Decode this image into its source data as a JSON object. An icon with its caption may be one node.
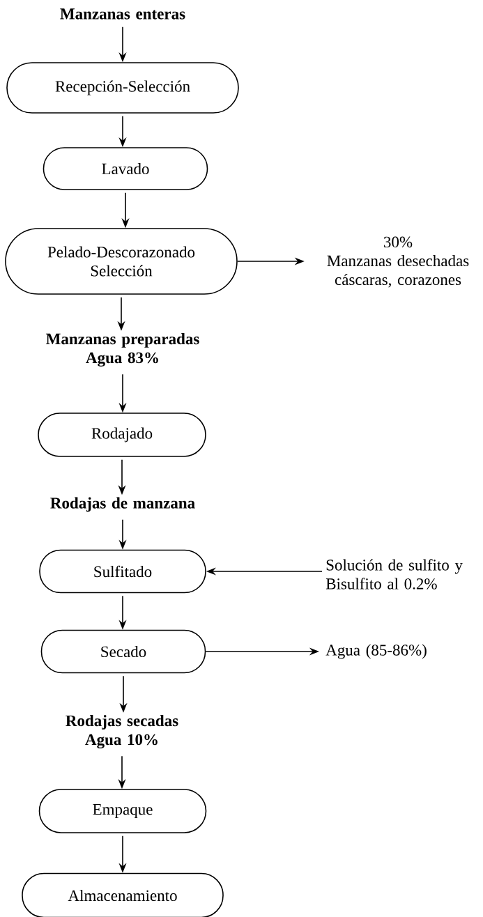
{
  "diagram": {
    "nodes": [
      {
        "text": [
          "Manzanas enteras"
        ]
      },
      {
        "text": [
          "Recepción-Selección"
        ]
      },
      {
        "text": [
          "Lavado"
        ]
      },
      {
        "text": [
          "Pelado-Descorazonado Selección"
        ]
      },
      {
        "text": [
          "30%",
          "Manzanas desechadas cáscaras, corazones"
        ]
      },
      {
        "text": [
          "Manzanas preparadas Agua 83%"
        ]
      },
      {
        "text": [
          "Rodajado"
        ]
      },
      {
        "text": [
          "Rodajas de manzana"
        ]
      },
      {
        "text": [
          "Sulfitado"
        ]
      },
      {
        "text": [
          "Solución de sulfito y Bisulfito al 0.2%"
        ]
      },
      {
        "text": [
          "Secado"
        ]
      },
      {
        "text": [
          "Agua (85-86%)"
        ]
      },
      {
        "text": [
          "Rodajas secadas Agua 10%"
        ]
      },
      {
        "text": [
          "Empaque"
        ]
      },
      {
        "text": [
          "Almacenamiento"
        ]
      }
    ],
    "edges": [
      {
        "from": 0,
        "to": 1,
        "arrow": "to"
      },
      {
        "from": 1,
        "to": 2,
        "arrow": "to"
      },
      {
        "from": 2,
        "to": 3,
        "arrow": "to"
      },
      {
        "from": 3,
        "to": 4,
        "arrow": "to"
      },
      {
        "from": 3,
        "to": 5,
        "arrow": "to"
      },
      {
        "from": 5,
        "to": 6,
        "arrow": "to"
      },
      {
        "from": 6,
        "to": 7,
        "arrow": "to"
      },
      {
        "from": 7,
        "to": 8,
        "arrow": "to"
      },
      {
        "from": 9,
        "to": 8,
        "arrow": "to"
      },
      {
        "from": 8,
        "to": 10,
        "arrow": "to"
      },
      {
        "from": 10,
        "to": 11,
        "arrow": "to"
      },
      {
        "from": 10,
        "to": 12,
        "arrow": "to"
      },
      {
        "from": 12,
        "to": 13,
        "arrow": "to"
      },
      {
        "from": 13,
        "to": 14,
        "arrow": "to"
      }
    ]
  }
}
